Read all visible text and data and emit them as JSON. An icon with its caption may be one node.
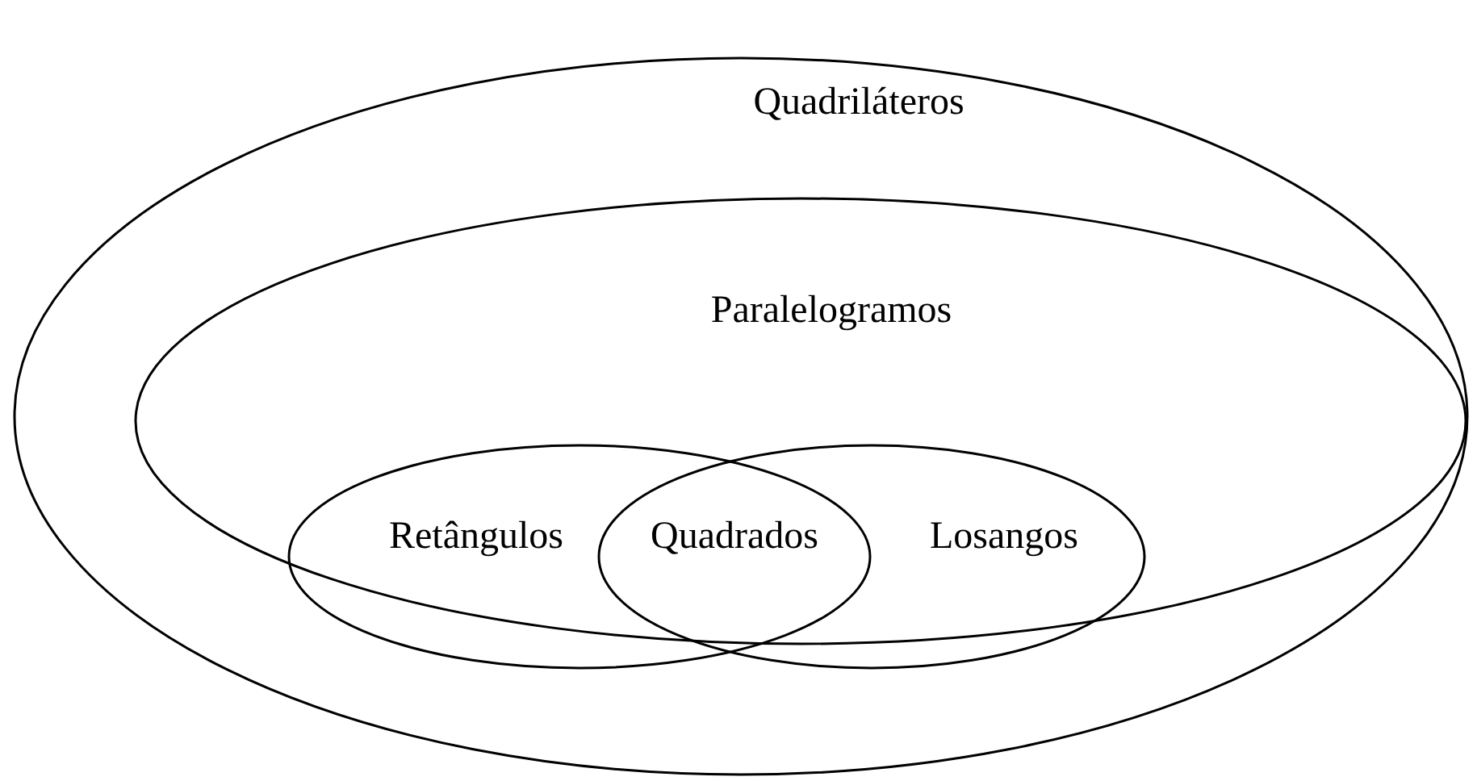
{
  "diagram": {
    "nodes": [
      {
        "text": [
          "Quadriláteros"
        ]
      },
      {
        "text": [
          "Paralelogramos"
        ],
        "in": 0
      },
      {
        "text": [
          "Retângulos"
        ],
        "in": 1
      },
      {
        "text": [
          "Losangos"
        ],
        "in": 1
      }
    ],
    "labels": [
      "Quadrados"
    ]
  }
}
